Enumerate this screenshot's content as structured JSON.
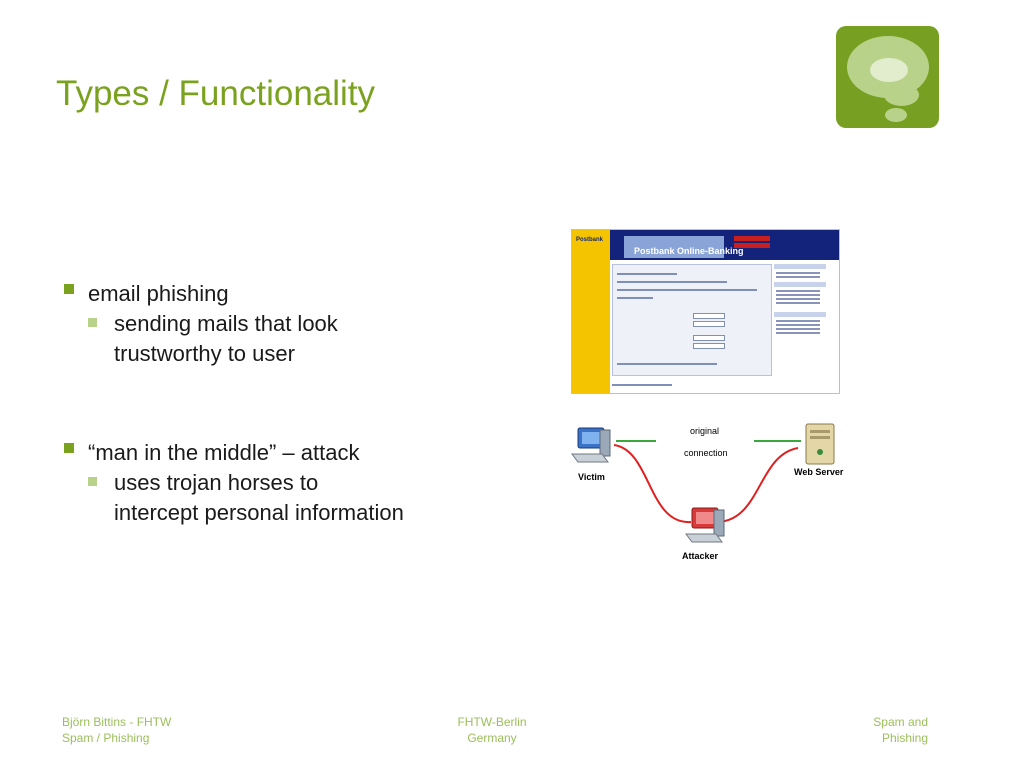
{
  "slide": {
    "title": "Types / Functionality",
    "bullets": [
      {
        "text": "email phishing",
        "sub": [
          "sending mails that look",
          "trustworthy to user"
        ]
      },
      {
        "text": "“man in the middle” – attack",
        "sub": [
          "uses trojan horses to",
          "intercept personal information"
        ]
      }
    ]
  },
  "screenshot": {
    "brand": "Postbank",
    "banner": "Postbank Online-Banking"
  },
  "diagram": {
    "original_label": "original",
    "connection_label": "connection",
    "victim": "Victim",
    "web_server": "Web Server",
    "attacker": "Attacker"
  },
  "footer": {
    "left": [
      "Björn Bittins - FHTW",
      "Spam / Phishing"
    ],
    "center": [
      "FHTW-Berlin",
      "Germany"
    ],
    "right": [
      "Spam and",
      "Phishing"
    ]
  },
  "colors": {
    "accent": "#7aa21e",
    "accent_light": "#b9d28a",
    "footer_text": "#9bbf5a",
    "attack_line": "#e02020",
    "connection_line": "#3aa83a"
  }
}
